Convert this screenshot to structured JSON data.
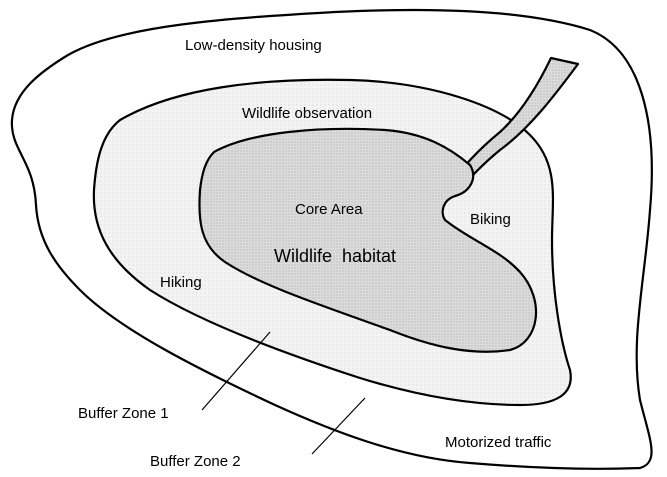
{
  "colors": {
    "outline": "#000000",
    "background": "#ffffff",
    "buffer2_fill": "#ffffff",
    "buffer1_fill": "#f1f1f1",
    "core_fill": "#d9d9d9",
    "stipple_dot": "#9a9a9a"
  },
  "labels": {
    "low_density_housing": "Low-density housing",
    "wildlife_observation": "Wildlife observation",
    "core_area": "Core Area",
    "wildlife_habitat": "Wildlife  habitat",
    "biking": "Biking",
    "hiking": "Hiking",
    "buffer_zone_1": "Buffer Zone 1",
    "buffer_zone_2": "Buffer Zone 2",
    "motorized_traffic": "Motorized traffic"
  }
}
